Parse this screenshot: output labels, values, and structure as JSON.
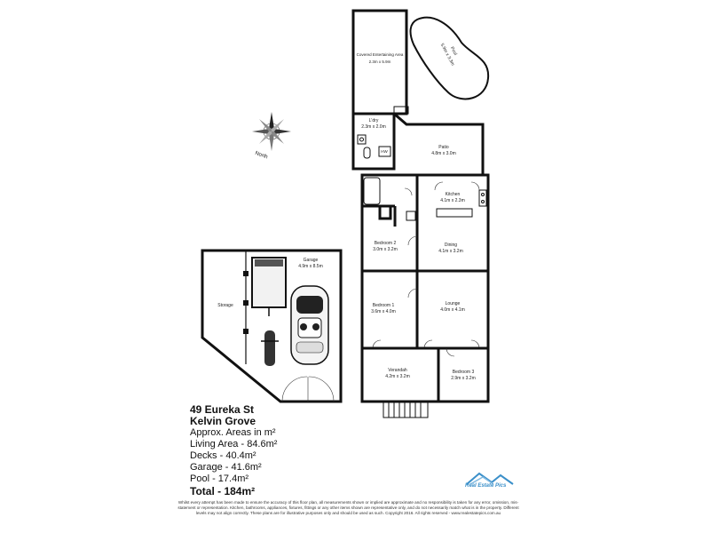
{
  "rooms": {
    "covered_entertaining": {
      "name": "Covered Entertaining Area",
      "dims": "2.3m x 5.9m"
    },
    "pool": {
      "name": "Pool",
      "dims": "5.9m x 3.3m"
    },
    "laundry": {
      "name": "L'dry",
      "dims": "2.3m x 2.0m"
    },
    "patio": {
      "name": "Patio",
      "dims": "4.8m x 3.0m"
    },
    "kitchen": {
      "name": "Kitchen",
      "dims": "4.1m x 2.3m"
    },
    "bedroom2": {
      "name": "Bedroom 2",
      "dims": "3.0m x 3.2m"
    },
    "dining": {
      "name": "Dining",
      "dims": "4.1m x 3.2m"
    },
    "garage": {
      "name": "Garage",
      "dims": "4.9m x 8.5m"
    },
    "storage": {
      "name": "Storage"
    },
    "bedroom1": {
      "name": "Bedroom 1",
      "dims": "3.6m x 4.0m"
    },
    "lounge": {
      "name": "Lounge",
      "dims": "4.0m x 4.1m"
    },
    "verandah": {
      "name": "Verandah",
      "dims": "4.2m x 3.2m"
    },
    "bedroom3": {
      "name": "Bedroom 3",
      "dims": "2.9m x 3.2m"
    }
  },
  "compass": {
    "label": "North"
  },
  "hw_label": "HW",
  "info": {
    "address_line1": "49 Eureka St",
    "address_line2": "Kelvin Grove",
    "areas_note": "Approx. Areas in m²",
    "living": "Living Area - 84.6m²",
    "decks": "Decks - 40.4m²",
    "garage": "Garage - 41.6m²",
    "pool": "Pool - 17.4m²",
    "total": "Total - 184m²"
  },
  "disclaimer": "Whilst every attempt has been made to ensure the accuracy of this floor plan, all measurements shown or implied are approximate and no responsibility is taken for any error, omission, mis-statement or representation. Kitchen, bathrooms, appliances, fixtures, fittings or any other items shown are representative only, and do not necessarily match what is in the property. Different levels may not align correctly. These plans are for illustrative purposes only and should be used as such. Copyright 2016. All rights reserved - www.realestatepics.com.au",
  "logo": {
    "text": "Real Estate Pics"
  },
  "colors": {
    "wall": "#111111",
    "logo": "#3a8fc9"
  }
}
